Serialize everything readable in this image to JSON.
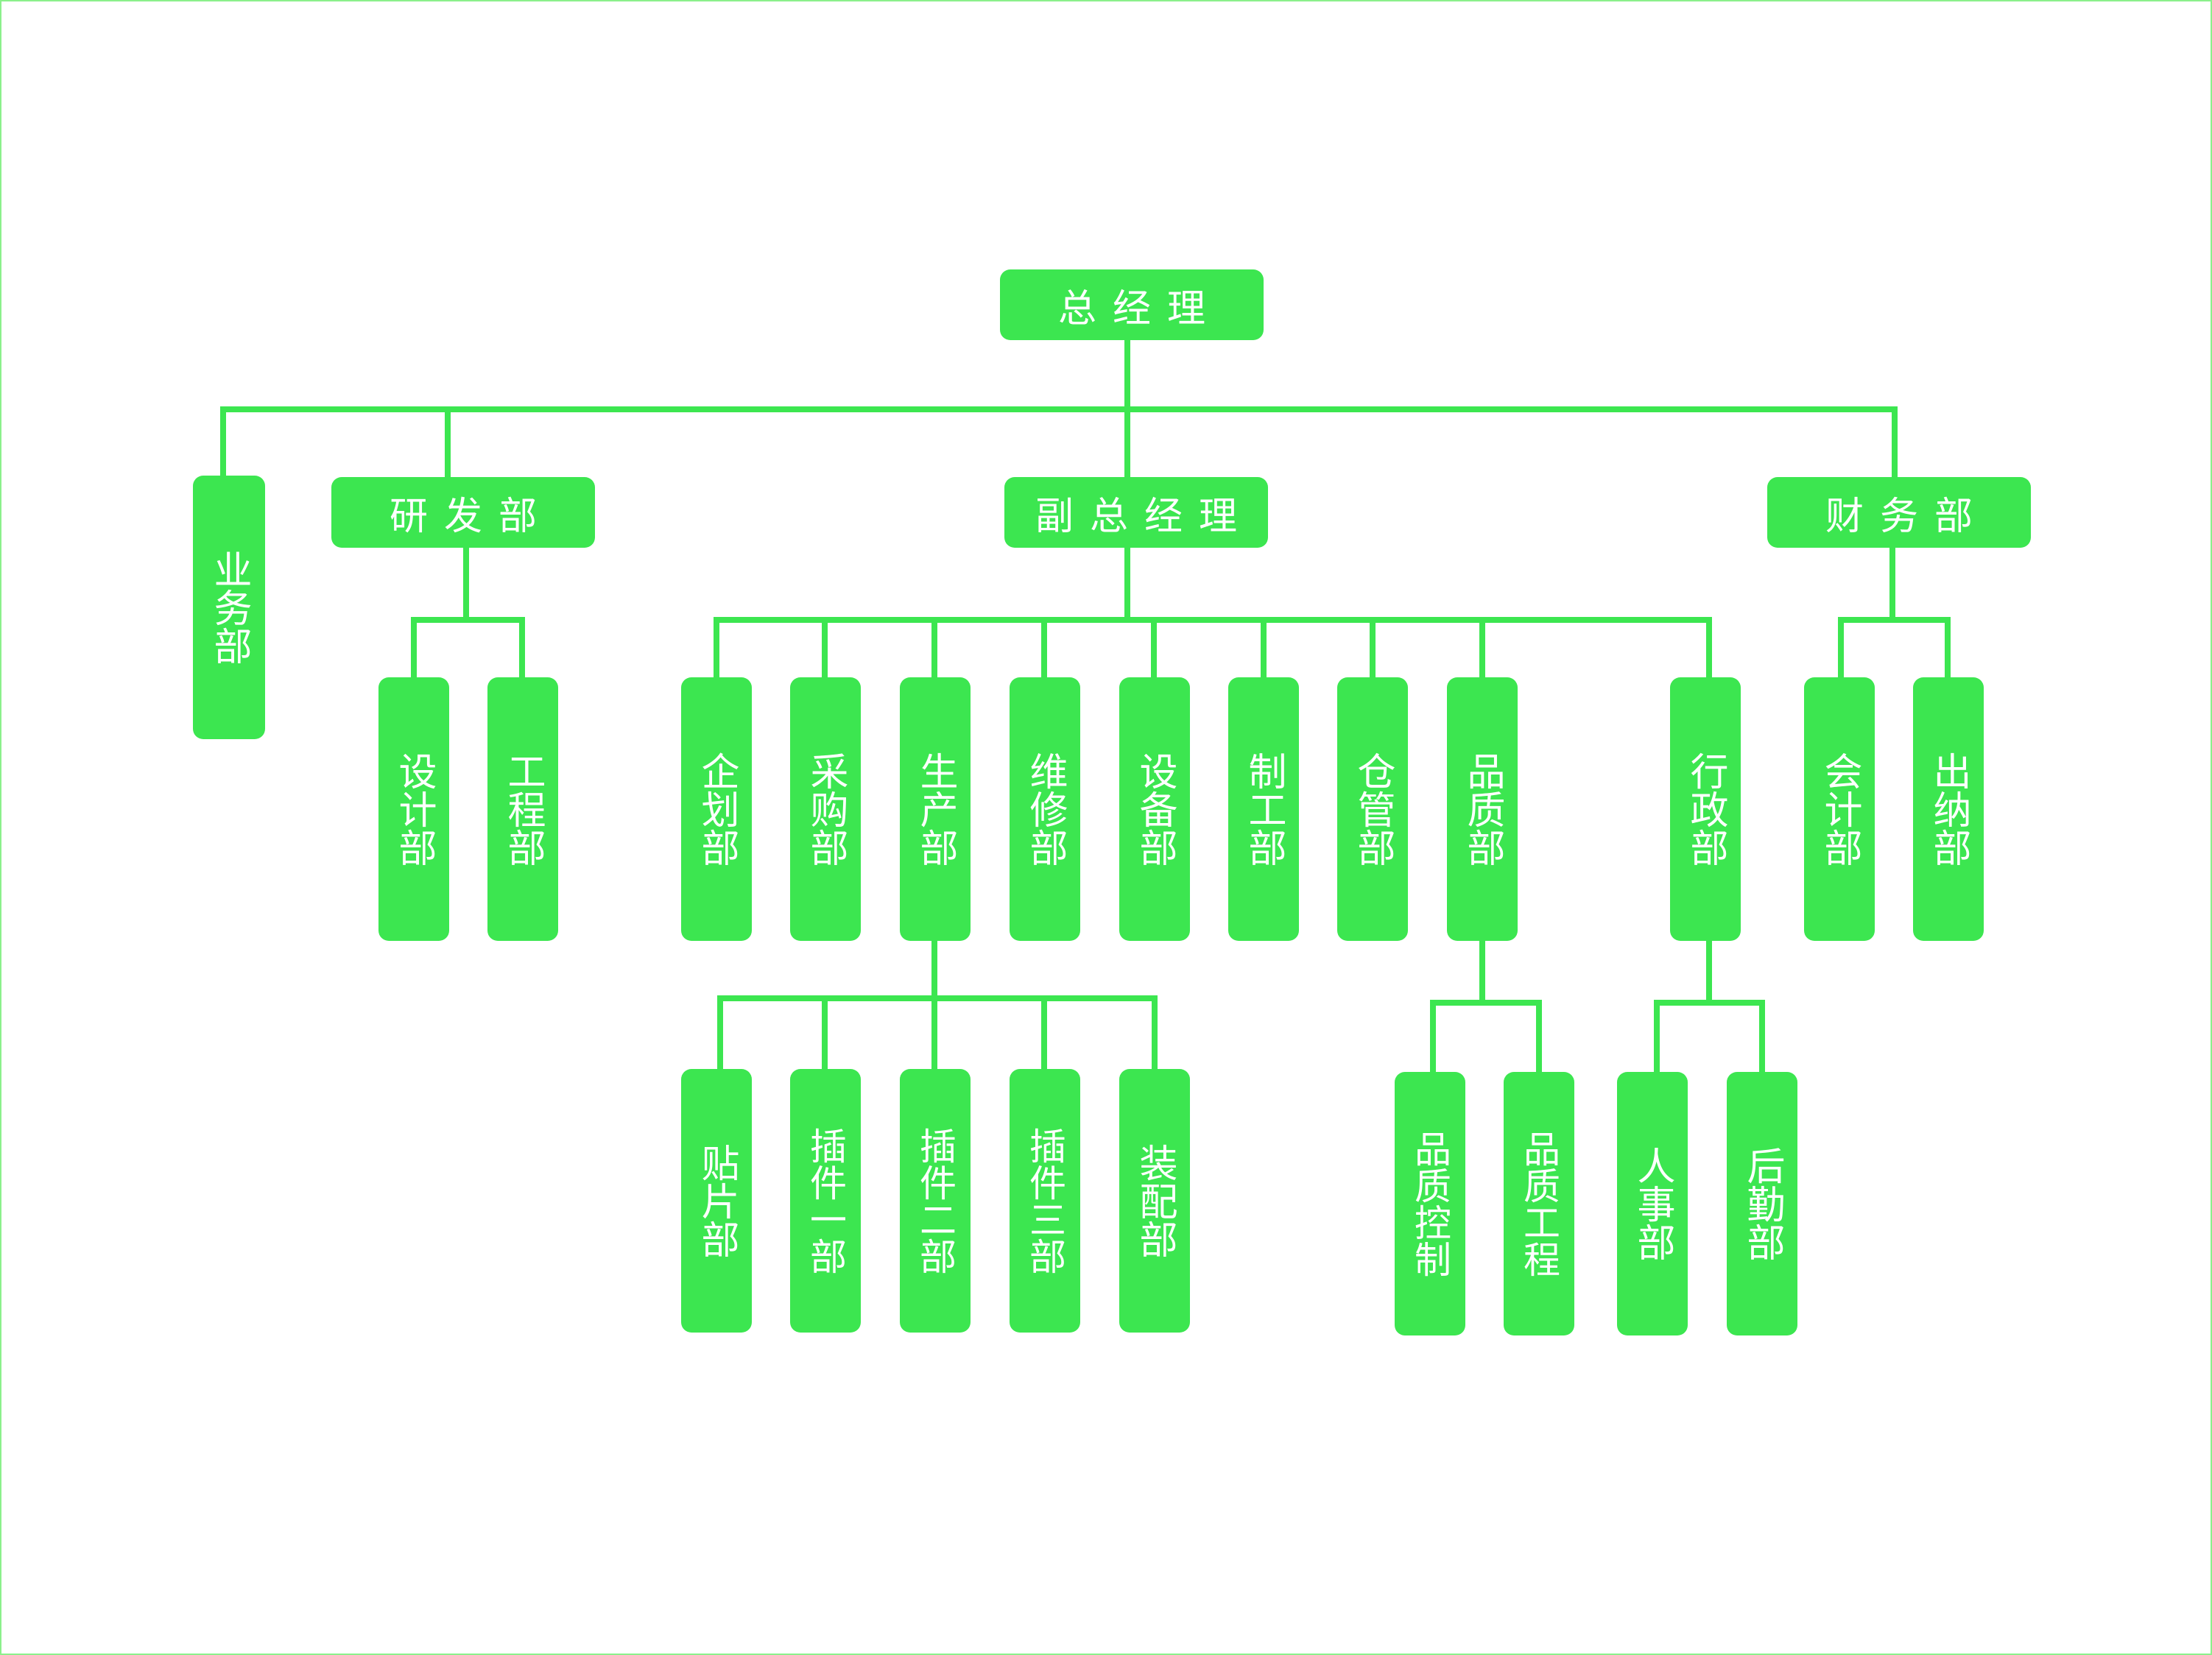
{
  "colors": {
    "node_fill": "#3ce650",
    "connector": "#3ce650",
    "text": "#ffffff",
    "frame": "#8cf08c"
  },
  "chart": {
    "root": "总经理",
    "level1": {
      "business": "业务部",
      "rnd": "研发部",
      "deputy": "副总经理",
      "finance": "财务部"
    },
    "rnd_children": [
      "设计部",
      "工程部"
    ],
    "deputy_children": [
      "企划部",
      "采购部",
      "生产部",
      "维修部",
      "设备部",
      "制工部",
      "仓管部",
      "品质部",
      "行政部"
    ],
    "finance_children": [
      "会计部",
      "出纳部"
    ],
    "production_children": [
      "贴片部",
      "插件一部",
      "插件二部",
      "插件三部",
      "装配部"
    ],
    "quality_children": [
      "品质控制",
      "品质工程"
    ],
    "admin_children": [
      "人事部",
      "后勤部"
    ]
  }
}
